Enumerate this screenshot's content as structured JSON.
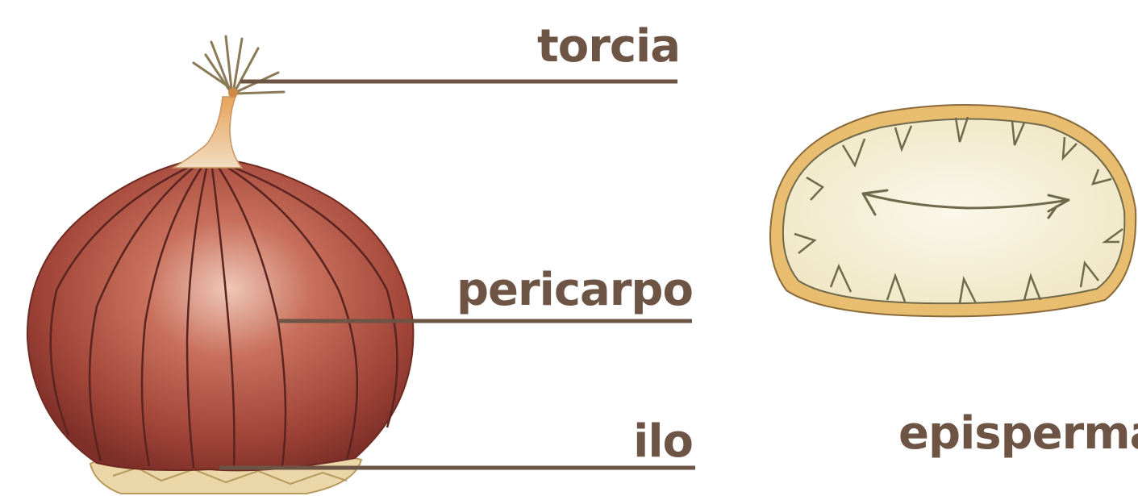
{
  "labels": {
    "torcia": "torcia",
    "pericarpo": "pericarpo",
    "ilo": "ilo",
    "episperma": "episperma"
  },
  "colors": {
    "label_text": "#6e5444",
    "leader_line": "#6e5444",
    "shell_dark": "#8a3a2c",
    "shell_mid": "#b65a48",
    "shell_light": "#e3b8a8",
    "base": "#ead6a6",
    "kernel": "#f7f2dc",
    "kernel_rim": "#e6b66a"
  },
  "icons": {
    "chestnut": "chestnut-illustration",
    "section": "chestnut-cross-section-illustration"
  }
}
